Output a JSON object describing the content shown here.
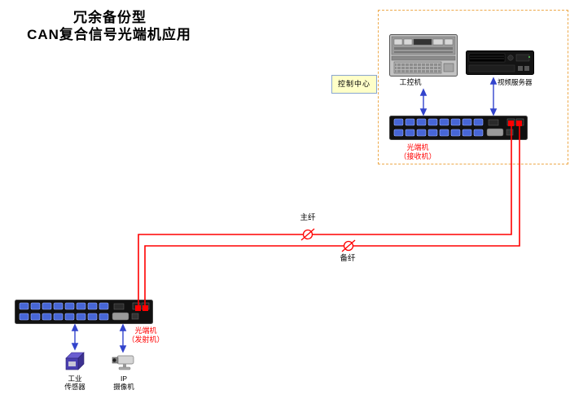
{
  "title": {
    "line1": "冗余备份型",
    "line2": "CAN复合信号光端机应用"
  },
  "control_center": {
    "box_label": "控制中心",
    "ipc_label": "工控机",
    "video_server_label": "视频服务器",
    "receiver": {
      "line1": "光端机",
      "line2": "（接收机）"
    }
  },
  "fiber": {
    "main_label": "主纤",
    "backup_label": "备纤"
  },
  "field": {
    "transmitter": {
      "line1": "光端机",
      "line2": "（发射机）"
    },
    "sensor": {
      "line1": "工业",
      "line2": "传感器"
    },
    "camera": {
      "line1": "IP",
      "line2": "摄像机"
    }
  },
  "icons": {
    "industrial_pc": "rackmount-industrial-pc-icon",
    "video_server": "rackmount-video-server-icon",
    "optical_transceiver": "rackmount-optical-transceiver-icon",
    "sensor": "industrial-sensor-cube-icon",
    "camera": "ip-camera-icon",
    "fiber_connector": "fiber-connector-circle-slash-icon"
  },
  "colors": {
    "fiber_red": "#ff0000",
    "arrow_blue": "#3344cc",
    "dashed_border_orange": "#eda94a",
    "control_center_box_bg": "#ffffc8",
    "control_center_box_border": "#89a6cf",
    "device_port_blue": "#4766d6"
  }
}
